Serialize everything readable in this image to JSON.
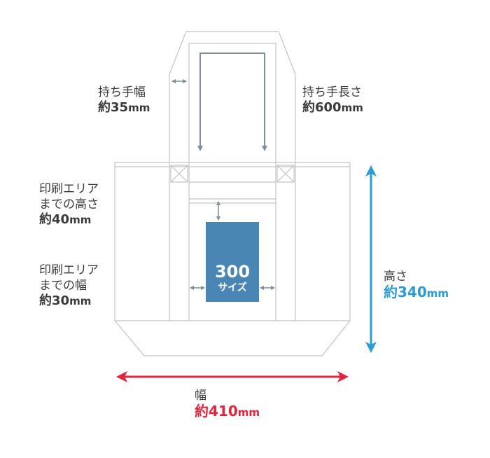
{
  "labels": {
    "handle_width": {
      "title": "持ち手幅",
      "prefix": "約",
      "value": "35",
      "unit": "mm"
    },
    "handle_length": {
      "title": "持ち手長さ",
      "prefix": "約",
      "value": "600",
      "unit": "mm"
    },
    "print_height": {
      "line1": "印刷エリア",
      "line2": "までの高さ",
      "prefix": "約",
      "value": "40",
      "unit": "mm"
    },
    "print_width": {
      "line1": "印刷エリア",
      "line2": "までの幅",
      "prefix": "約",
      "value": "30",
      "unit": "mm"
    },
    "height": {
      "title": "高さ",
      "prefix": "約",
      "value": "340",
      "unit": "mm"
    },
    "width": {
      "title": "幅",
      "prefix": "約",
      "value": "410",
      "unit": "mm"
    },
    "print_area": {
      "size": "300",
      "caption": "サイズ"
    }
  },
  "colors": {
    "outline": "#b9b9b9",
    "small_arrow": "#7d8e98",
    "print_area": "#4a86b4",
    "height_accent": "#2b9bd1",
    "width_accent": "#e0253c",
    "text": "#3a3a3a"
  }
}
